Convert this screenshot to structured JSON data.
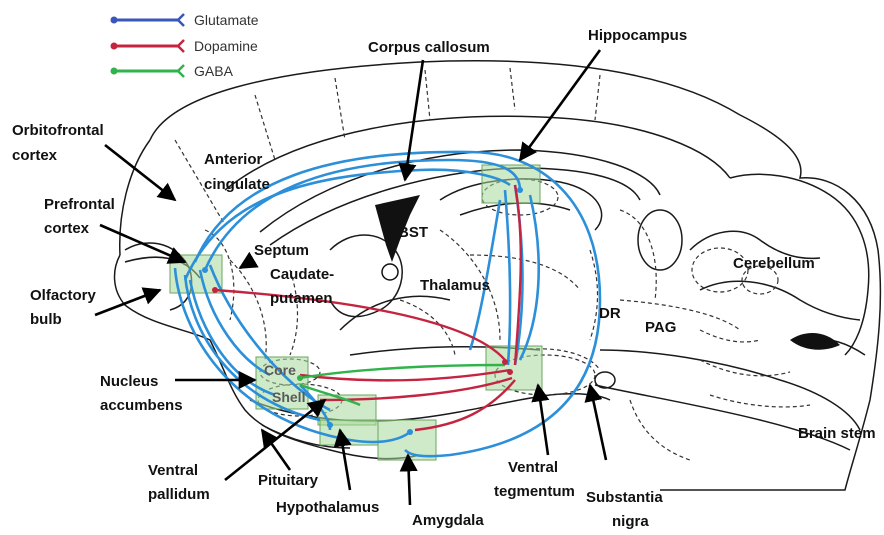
{
  "legend": {
    "items": [
      {
        "label": "Glutamate",
        "color": "#3a56b8"
      },
      {
        "label": "Dopamine",
        "color": "#c4243f"
      },
      {
        "label": "GABA",
        "color": "#2fb34a"
      }
    ]
  },
  "colors": {
    "glutamate_path": "#2b8fd9",
    "dopamine_path": "#c4243f",
    "gaba_path": "#2fb34a",
    "region_fill": "#a6d99a"
  },
  "labels": {
    "corpus_callosum": "Corpus callosum",
    "hippocampus": "Hippocampus",
    "orbitofrontal_1": "Orbitofrontal",
    "orbitofrontal_2": "cortex",
    "anterior_cingulate_1": "Anterior",
    "anterior_cingulate_2": "cingulate",
    "prefrontal_1": "Prefrontal",
    "prefrontal_2": "cortex",
    "bst": "BST",
    "septum": "Septum",
    "caudate_1": "Caudate-",
    "caudate_2": "putamen",
    "cerebellum": "Cerebellum",
    "olfactory_1": "Olfactory",
    "olfactory_2": "bulb",
    "thalamus": "Thalamus",
    "dr": "DR",
    "pag": "PAG",
    "nucleus_accumbens_1": "Nucleus",
    "nucleus_accumbens_2": "accumbens",
    "core": "Core",
    "shell": "Shell",
    "brain_stem": "Brain stem",
    "ventral_pallidum_1": "Ventral",
    "ventral_pallidum_2": "pallidum",
    "pituitary": "Pituitary",
    "hypothalamus": "Hypothalamus",
    "amygdala": "Amygdala",
    "ventral_tegmentum_1": "Ventral",
    "ventral_tegmentum_2": "tegmentum",
    "substantia_nigra_1": "Substantia",
    "substantia_nigra_2": "nigra"
  }
}
